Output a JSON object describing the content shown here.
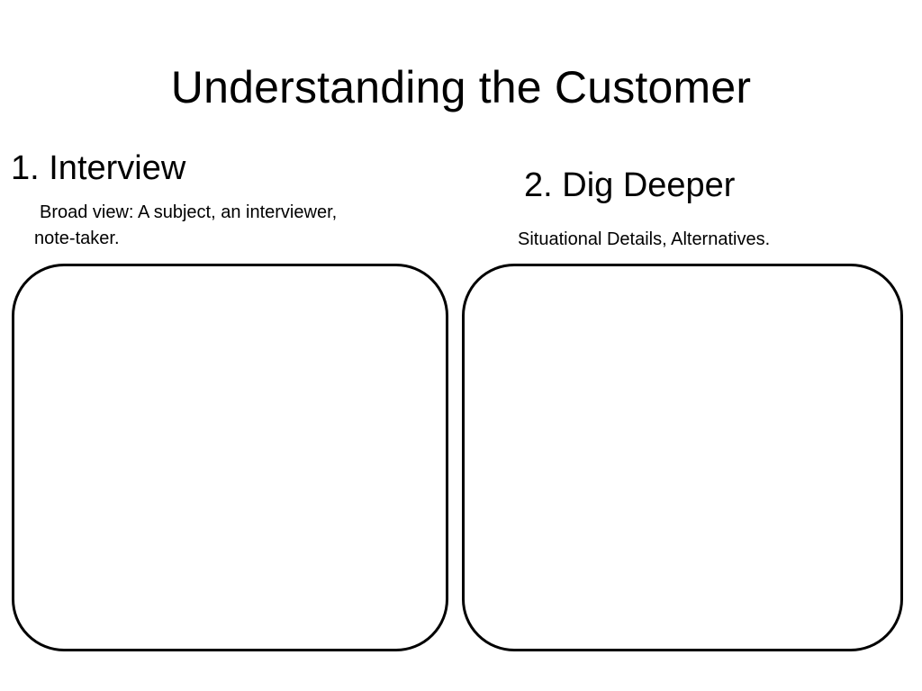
{
  "slide": {
    "title": "Understanding the Customer",
    "left_section": {
      "heading": "1. Interview",
      "description_line1": "Broad view: A subject, an interviewer,",
      "description_line2": "note-taker."
    },
    "right_section": {
      "heading": "2. Dig Deeper",
      "description": "Situational Details, Alternatives."
    }
  }
}
